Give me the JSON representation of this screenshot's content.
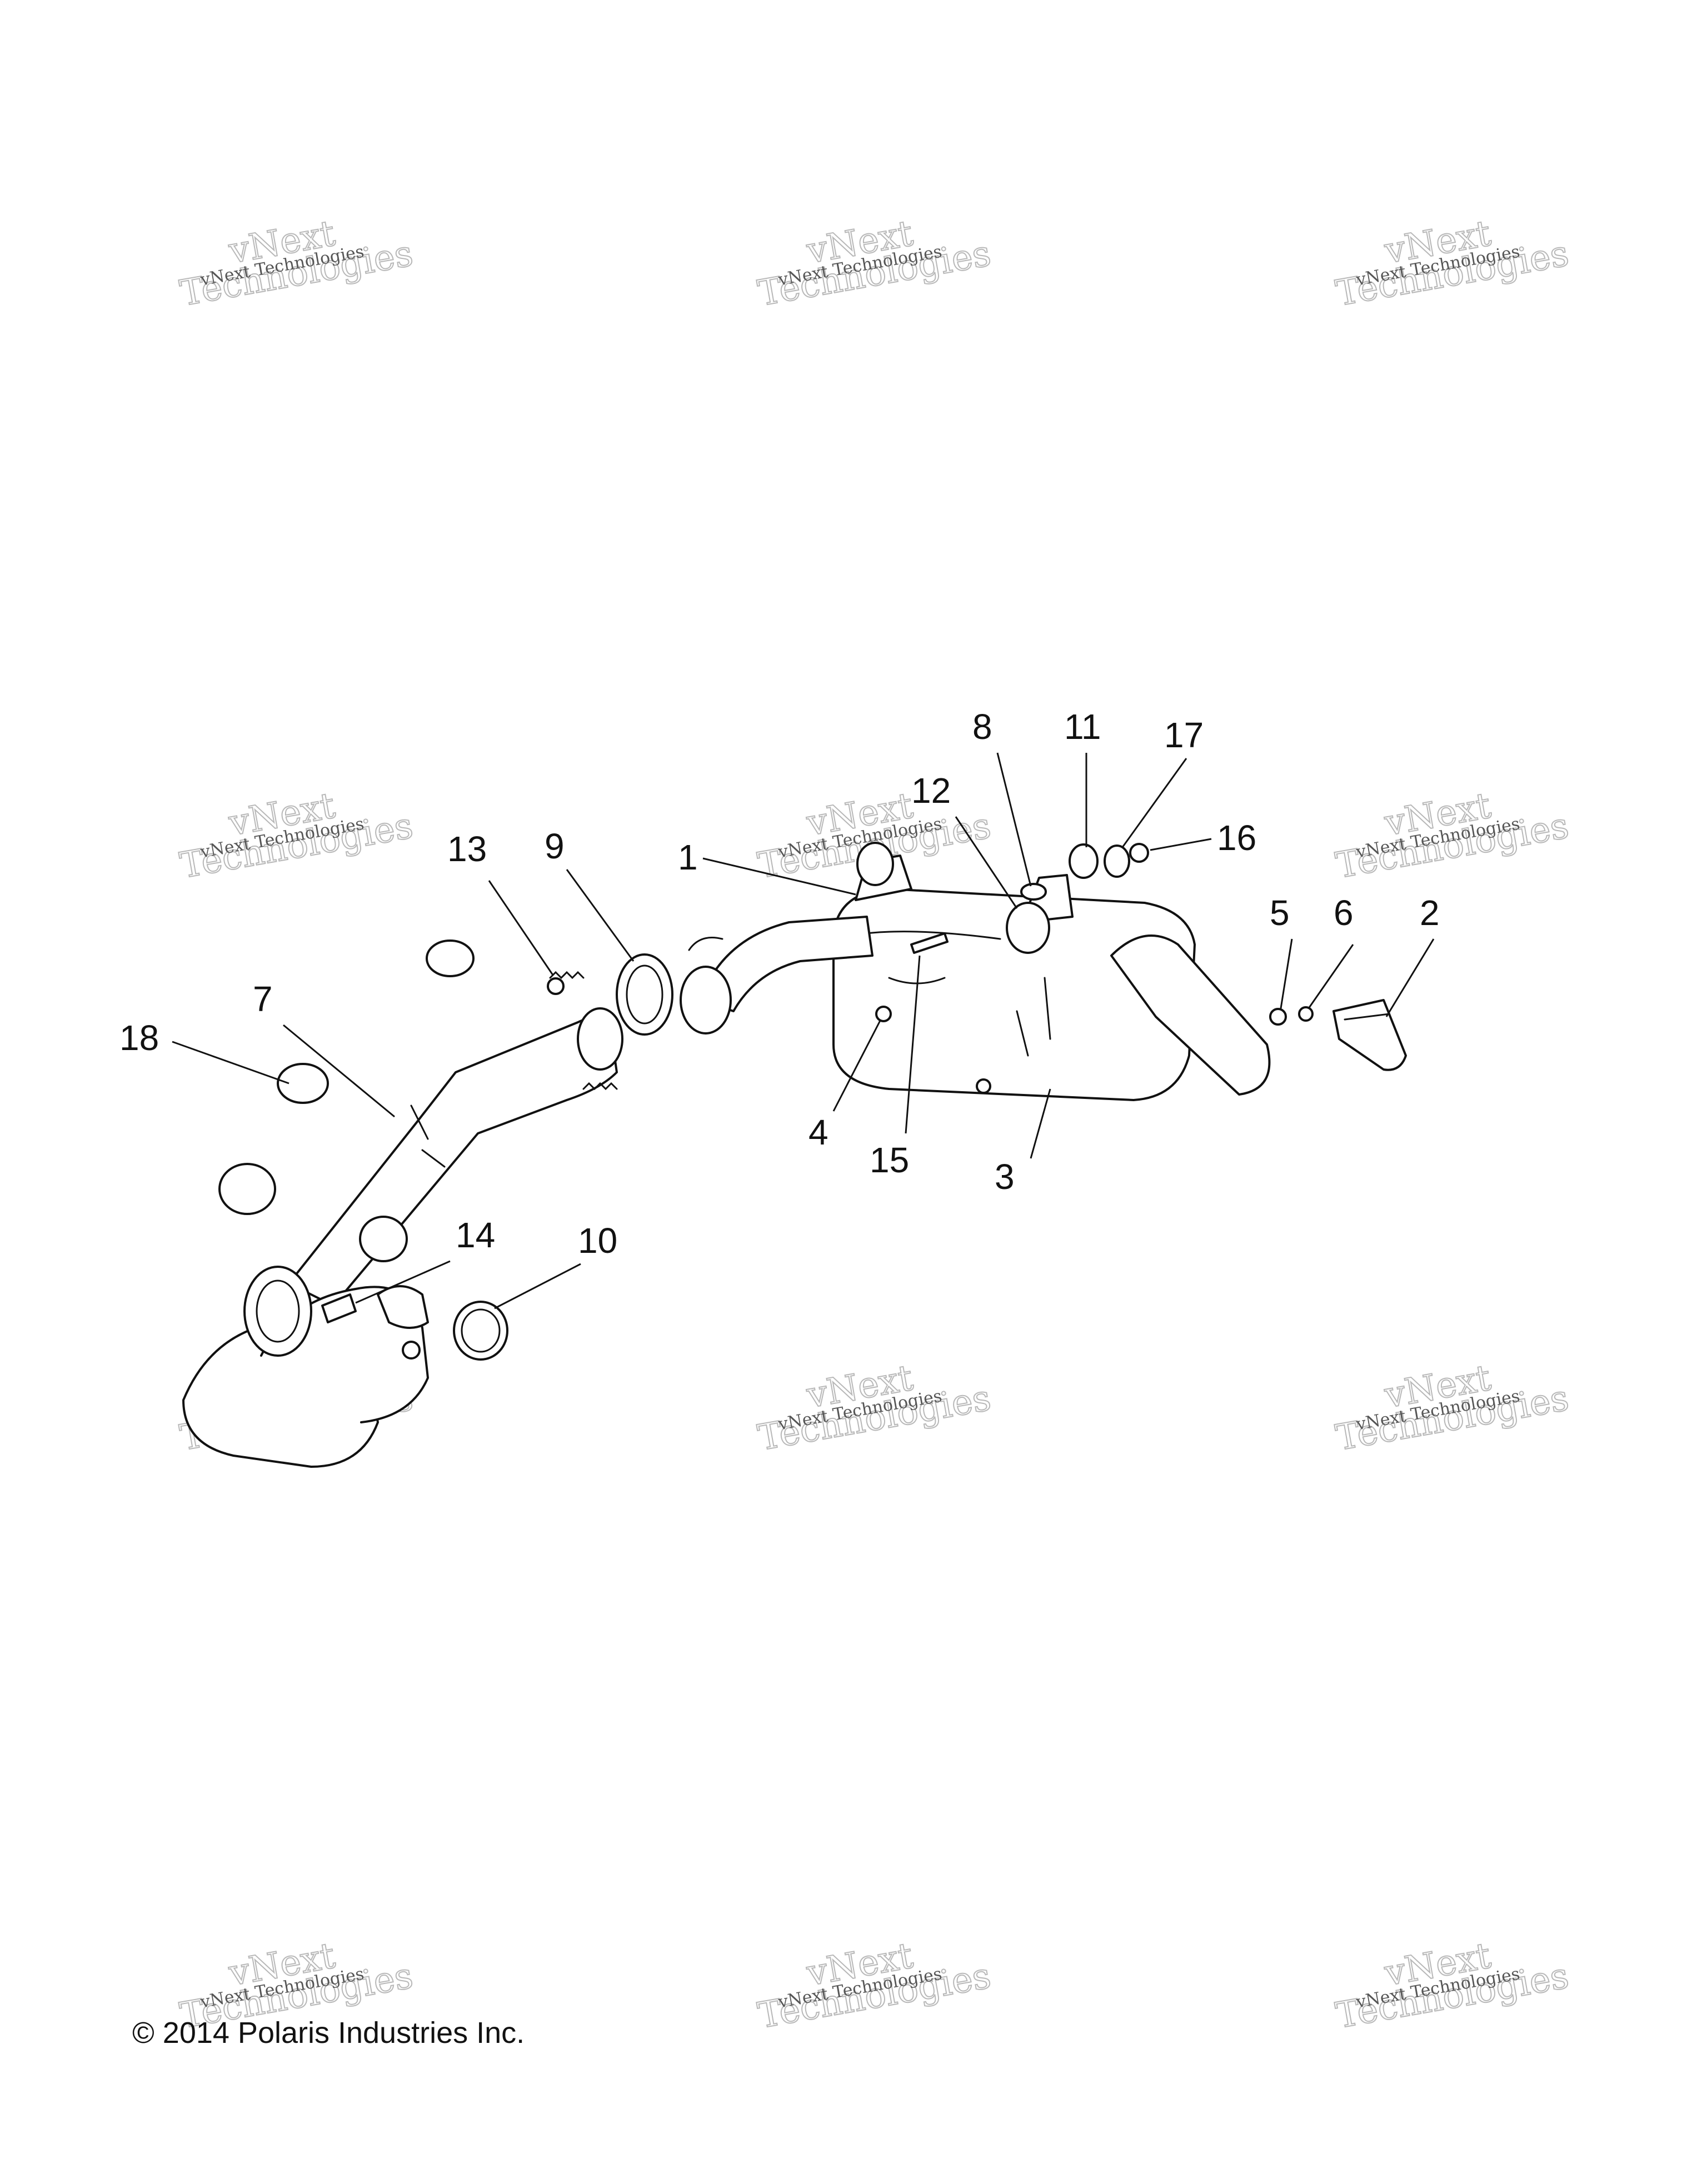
{
  "watermark": {
    "line1": "vNext Technologies",
    "line2": "Technologies",
    "line3": "vNext"
  },
  "callouts": {
    "c1": "1",
    "c2": "2",
    "c3": "3",
    "c4": "4",
    "c5": "5",
    "c6": "6",
    "c7": "7",
    "c8": "8",
    "c9": "9",
    "c10": "10",
    "c11": "11",
    "c12": "12",
    "c13": "13",
    "c14": "14",
    "c15": "15",
    "c16": "16",
    "c17": "17",
    "c18": "18"
  },
  "copyright": "© 2014 Polaris Industries Inc."
}
